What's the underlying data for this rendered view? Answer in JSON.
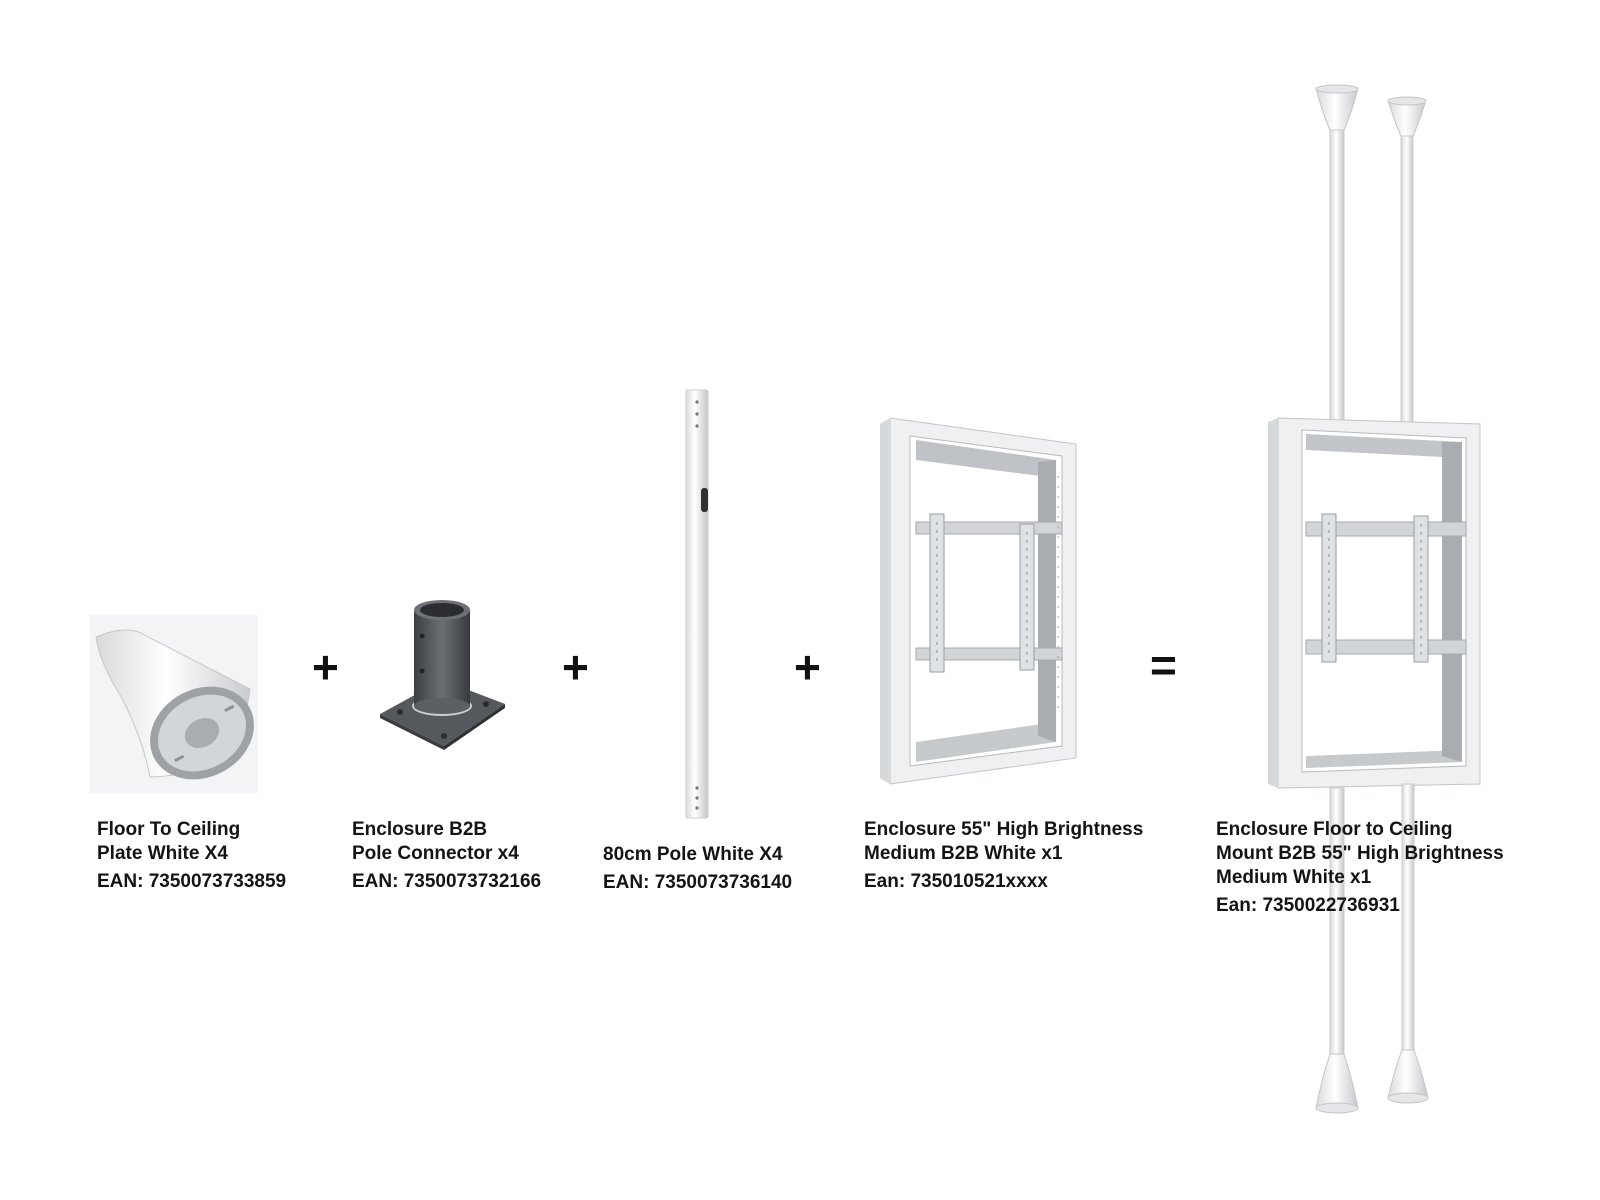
{
  "products": [
    {
      "name_lines": [
        "Floor To Ceiling",
        "Plate White X4"
      ],
      "ean": "EAN: 7350073733859",
      "icon": "ceiling-plate-icon"
    },
    {
      "name_lines": [
        "Enclosure B2B",
        "Pole Connector x4"
      ],
      "ean": "EAN: 7350073732166",
      "icon": "pole-connector-icon"
    },
    {
      "name_lines": [
        "80cm Pole White X4"
      ],
      "ean": "EAN: 7350073736140",
      "icon": "pole-icon"
    },
    {
      "name_lines": [
        "Enclosure 55\" High Brightness",
        "Medium B2B White x1"
      ],
      "ean": "Ean: 735010521xxxx",
      "icon": "enclosure-frame-icon"
    }
  ],
  "result": {
    "name_lines": [
      "Enclosure Floor to Ceiling",
      "Mount B2B 55\" High Brightness",
      "Medium White x1"
    ],
    "ean": "Ean: 7350022736931",
    "icon": "floor-to-ceiling-mount-icon"
  },
  "operators": [
    "+",
    "+",
    "+",
    "="
  ],
  "colors": {
    "text": "#141414",
    "metal_dark": "#4a4d52",
    "white_part": "#f4f5f6",
    "frame_grey": "#b9bcc0"
  }
}
